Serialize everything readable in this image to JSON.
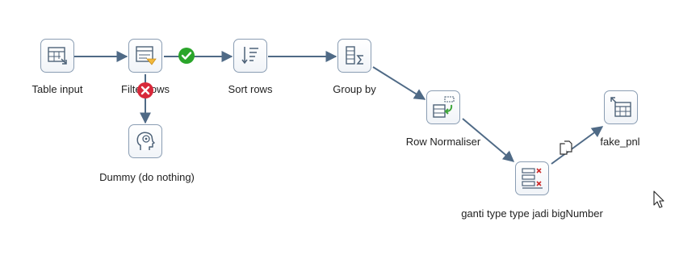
{
  "canvas": {
    "steps": [
      {
        "id": "table-input",
        "label": "Table input",
        "icon": "table-input-icon"
      },
      {
        "id": "filter-rows",
        "label": "Filter rows",
        "icon": "filter-rows-icon"
      },
      {
        "id": "sort-rows",
        "label": "Sort rows",
        "icon": "sort-rows-icon"
      },
      {
        "id": "group-by",
        "label": "Group by",
        "icon": "group-by-icon"
      },
      {
        "id": "dummy",
        "label": "Dummy (do nothing)",
        "icon": "dummy-icon"
      },
      {
        "id": "row-normaliser",
        "label": "Row Normaliser",
        "icon": "row-normaliser-icon"
      },
      {
        "id": "ganti-type",
        "label": "ganti type type jadi bigNumber",
        "icon": "select-values-icon"
      },
      {
        "id": "fake-pnl",
        "label": "fake_pnl",
        "icon": "table-output-icon"
      }
    ],
    "hops": [
      {
        "from": "table-input",
        "to": "filter-rows",
        "badge": ""
      },
      {
        "from": "filter-rows",
        "to": "sort-rows",
        "badge": "true-result-icon"
      },
      {
        "from": "filter-rows",
        "to": "dummy",
        "badge": "false-result-icon"
      },
      {
        "from": "sort-rows",
        "to": "group-by",
        "badge": ""
      },
      {
        "from": "group-by",
        "to": "row-normaliser",
        "badge": ""
      },
      {
        "from": "row-normaliser",
        "to": "ganti-type",
        "badge": ""
      },
      {
        "from": "ganti-type",
        "to": "fake-pnl",
        "badge": "copy-rows-icon"
      }
    ]
  },
  "colors": {
    "hop": "#4f6a86",
    "true_badge": "#2aa52a",
    "false_badge": "#d8283a",
    "icon_stroke": "#4d6278",
    "accent_green": "#3fa63a",
    "accent_red": "#cc2a2a",
    "accent_yellow": "#f2b93b"
  },
  "cursor": {
    "icon": "mouse-pointer-icon"
  }
}
